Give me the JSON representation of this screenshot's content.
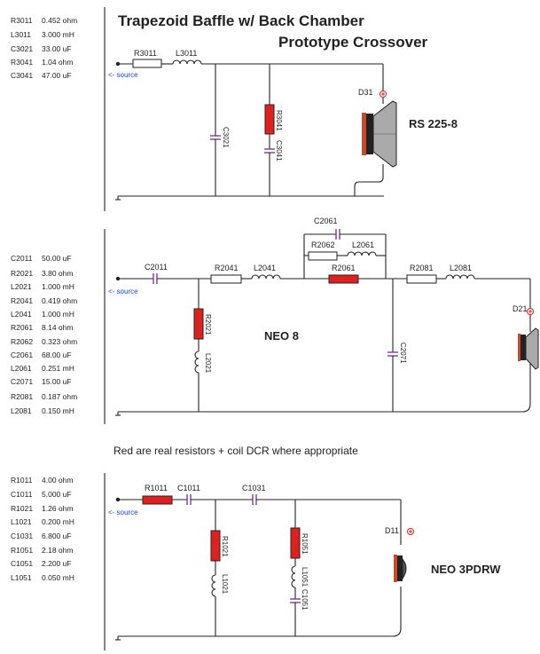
{
  "title": {
    "line1": "Trapezoid Baffle w/ Back Chamber",
    "line2": "Prototype Crossover"
  },
  "note": "Red are real resistors + coil DCR where appropriate",
  "source_label": "<- source",
  "colors": {
    "resistor_red": "#e0201e",
    "capacitor": "#7a2a8a",
    "wire": "#222222",
    "source_blue": "#1a3cff"
  },
  "parts_lists": [
    {
      "driver": "RS 225-8",
      "items": [
        {
          "ref": "R3011",
          "value": "0.452 ohm"
        },
        {
          "ref": "L3011",
          "value": "3.000 mH"
        },
        {
          "ref": "C3021",
          "value": "33.00 uF"
        },
        {
          "ref": "R3041",
          "value": "1.04 ohm"
        },
        {
          "ref": "C3041",
          "value": "47.00 uF"
        }
      ]
    },
    {
      "driver": "NEO 8",
      "items": [
        {
          "ref": "C2011",
          "value": "50.00 uF"
        },
        {
          "ref": "R2021",
          "value": "3.80 ohm"
        },
        {
          "ref": "L2021",
          "value": "1.000 mH"
        },
        {
          "ref": "R2041",
          "value": "0.419 ohm"
        },
        {
          "ref": "L2041",
          "value": "1.000 mH"
        },
        {
          "ref": "R2061",
          "value": "8.14 ohm"
        },
        {
          "ref": "R2062",
          "value": "0.323 ohm"
        },
        {
          "ref": "C2061",
          "value": "68.00 uF"
        },
        {
          "ref": "L2061",
          "value": "0.251 mH"
        },
        {
          "ref": "C2071",
          "value": "15.00 uF"
        },
        {
          "ref": "R2081",
          "value": "0.187 ohm"
        },
        {
          "ref": "L2081",
          "value": "0.150 mH"
        }
      ]
    },
    {
      "driver": "NEO 3PDRW",
      "items": [
        {
          "ref": "R1011",
          "value": "4.00 ohm"
        },
        {
          "ref": "C1011",
          "value": "5.000 uF"
        },
        {
          "ref": "R1021",
          "value": "1.26 ohm"
        },
        {
          "ref": "L1021",
          "value": "0.200 mH"
        },
        {
          "ref": "C1031",
          "value": "6.800 uF"
        },
        {
          "ref": "R1051",
          "value": "2.18 ohm"
        },
        {
          "ref": "C1051",
          "value": "2.200 uF"
        },
        {
          "ref": "L1051",
          "value": "0.050 mH"
        }
      ]
    }
  ],
  "circuits": {
    "woofer": {
      "driver_name": "RS 225-8",
      "driver_ref": "D31",
      "components": {
        "R3011": "R3011",
        "L3011": "L3011",
        "C3021": "C3021",
        "R3041": "R3041",
        "C3041": "C3041"
      }
    },
    "mid": {
      "driver_name": "NEO 8",
      "driver_ref": "D21",
      "components": {
        "C2011": "C2011",
        "R2021": "R2021",
        "L2021": "L2021",
        "R2041": "R2041",
        "L2041": "L2041",
        "C2061": "C2061",
        "R2062": "R2062",
        "L2061": "L2061",
        "R2061": "R2061",
        "C2071": "C2071",
        "R2081": "R2081",
        "L2081": "L2081"
      }
    },
    "tweeter": {
      "driver_name": "NEO 3PDRW",
      "driver_ref": "D11",
      "components": {
        "R1011": "R1011",
        "C1011": "C1011",
        "C1031": "C1031",
        "R1021": "R1021",
        "L1021": "L1021",
        "R1051": "R1051",
        "L1051": "L1051",
        "C1051": "C1051"
      }
    }
  }
}
